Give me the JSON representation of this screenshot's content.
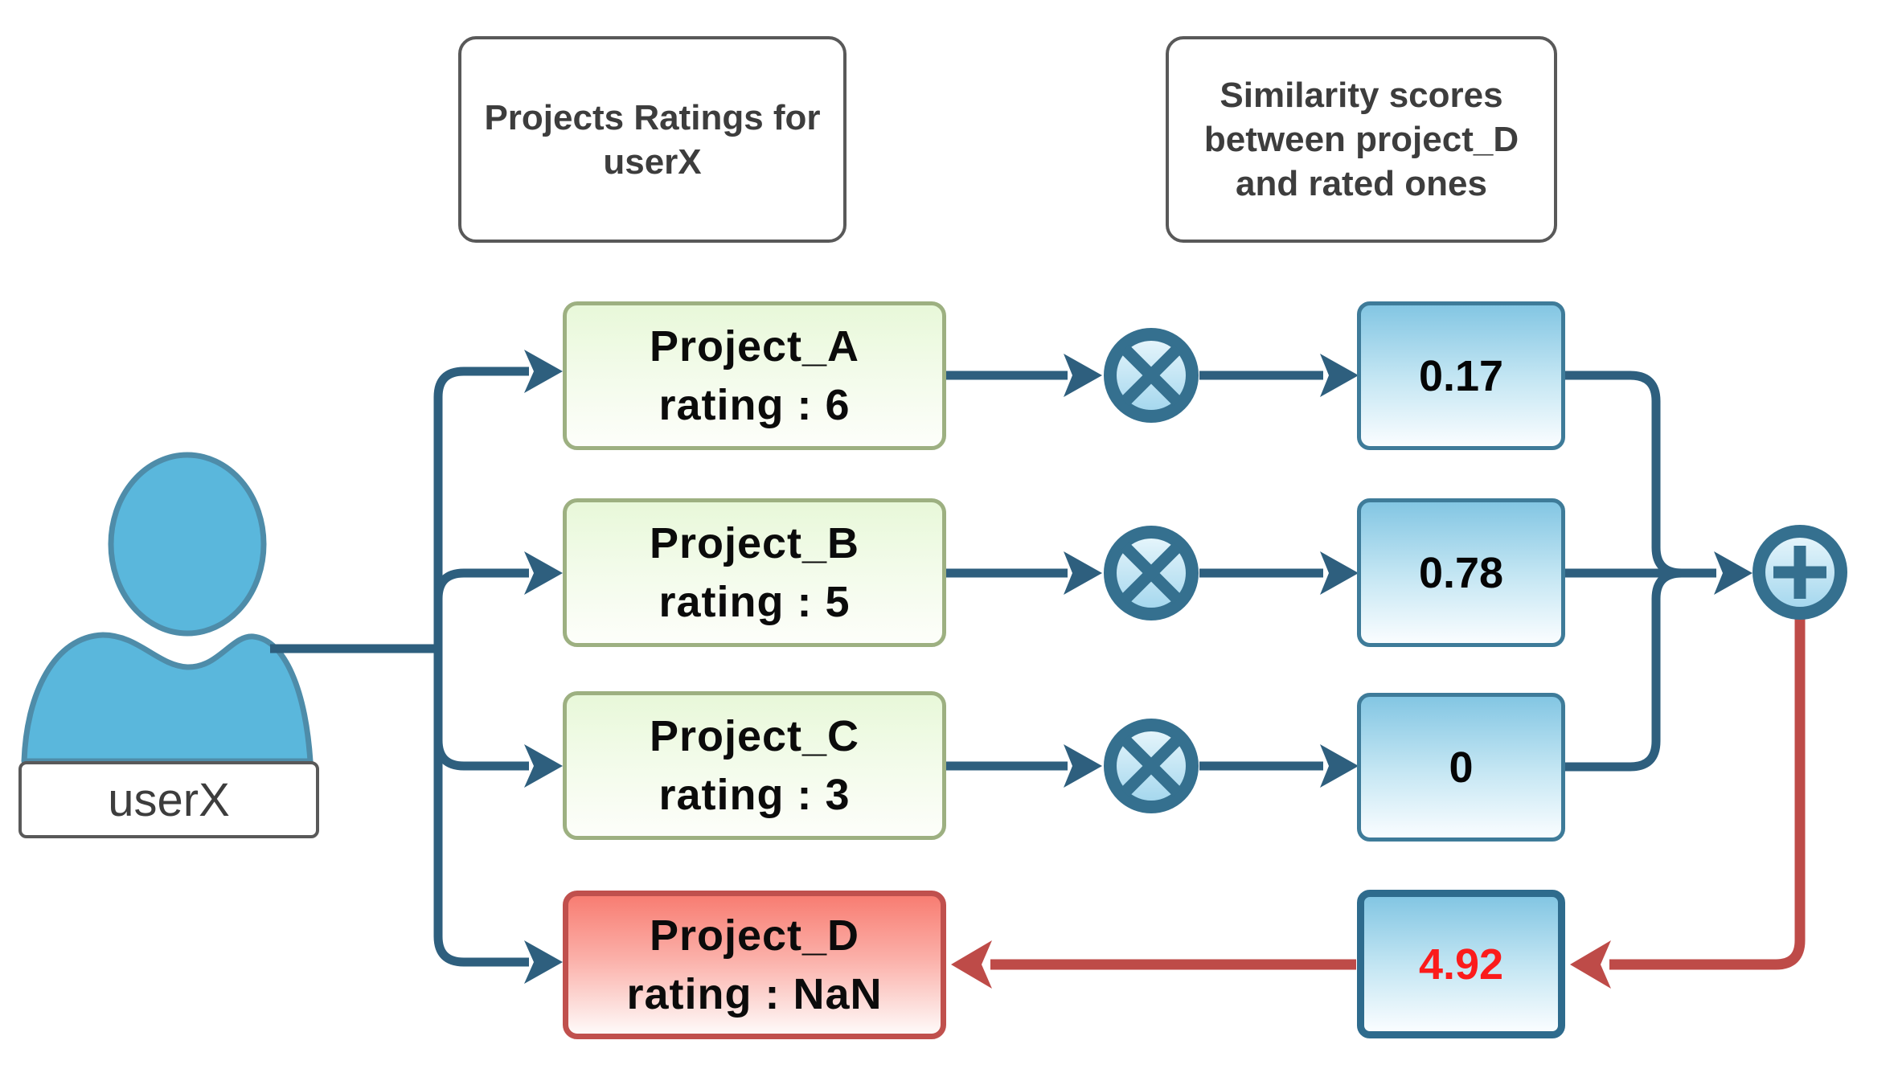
{
  "title": "User-based rating prediction diagram",
  "colors": {
    "arrow_blue": "#2E5F7E",
    "arrow_red": "#BE4B48",
    "ring_color": "#35708F",
    "frame_gray": "#595959",
    "green_border": "#9DB081",
    "blue_border": "#3E7B99",
    "red_border": "#C0504D",
    "predicted_red": "#FB1B1B",
    "user_fill": "#5AB7DC",
    "user_stroke": "#4E8CA9"
  },
  "headers": {
    "left": "Projects Ratings for userX",
    "right": "Similarity scores between project_D and rated ones"
  },
  "user": {
    "label": "userX"
  },
  "projects": [
    {
      "title": "Project_A",
      "rating": "rating : 6"
    },
    {
      "title": "Project_B",
      "rating": "rating : 5"
    },
    {
      "title": "Project_C",
      "rating": "rating : 3"
    },
    {
      "title": "Project_D",
      "rating": "rating : NaN"
    }
  ],
  "similarity_scores": [
    "0.17",
    "0.78",
    "0"
  ],
  "predicted_score": "4.92",
  "operators": {
    "multiply": "×",
    "plus": "+"
  }
}
